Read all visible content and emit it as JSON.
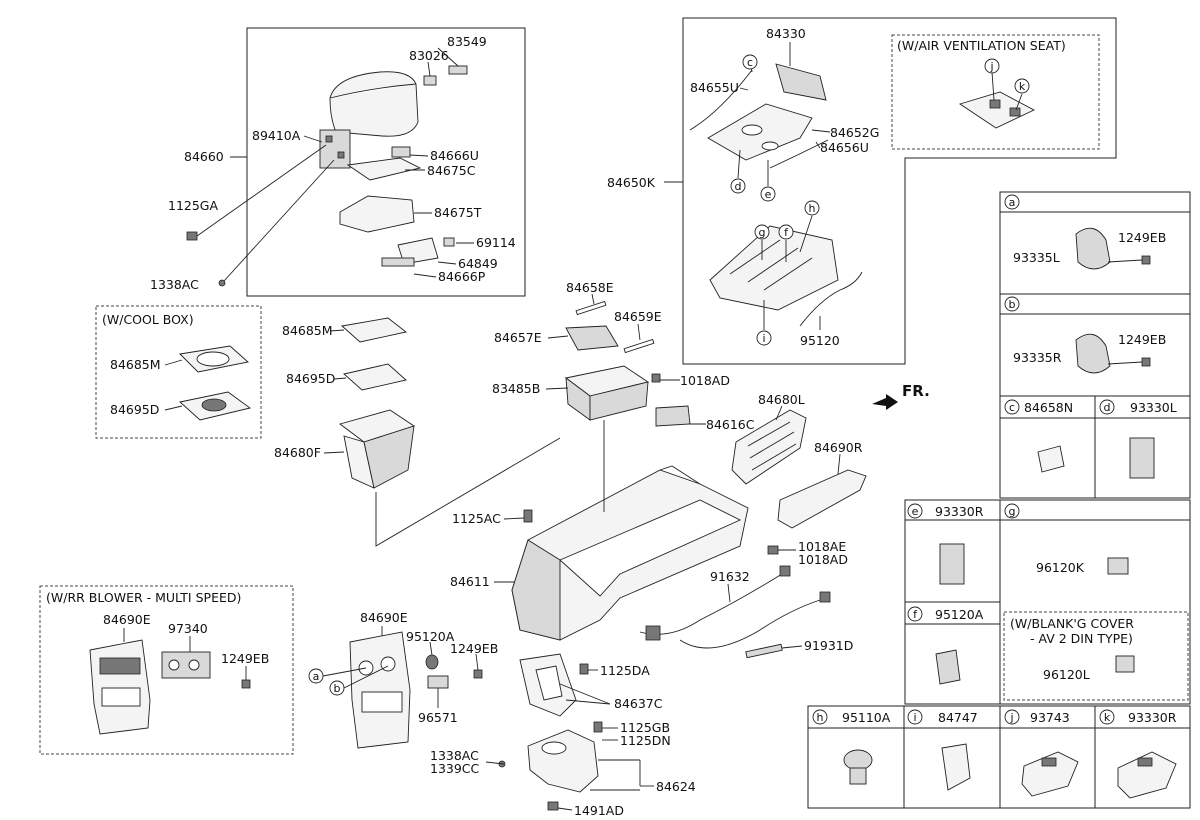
{
  "labels": {
    "armrest": {
      "p83549": "83549",
      "p83026": "83026",
      "p89410A": "89410A",
      "p84660": "84660",
      "p84666U": "84666U",
      "p84675C": "84675C",
      "p84675T": "84675T",
      "p1125GA": "1125GA",
      "p69114": "69114",
      "p64849": "64849",
      "p84666P": "84666P",
      "p1338AC": "1338AC"
    },
    "coolbox": {
      "title": "(W/COOL BOX)",
      "p84685M": "84685M",
      "p84695D": "84695D"
    },
    "tray": {
      "p84685M": "84685M",
      "p84695D": "84695D",
      "p84680F": "84680F"
    },
    "rr_blower": {
      "title": "(W/RR BLOWER - MULTI SPEED)",
      "p84690E": "84690E",
      "p97340": "97340",
      "p1249EB": "1249EB"
    },
    "rear_panel": {
      "p84690E": "84690E",
      "p95120A": "95120A",
      "p1249EB": "1249EB",
      "p96571": "96571"
    },
    "console": {
      "p84658E": "84658E",
      "p84659E": "84659E",
      "p84657E": "84657E",
      "p83485B": "83485B",
      "p1018AD": "1018AD",
      "p84616C": "84616C",
      "p84680L": "84680L",
      "p84690R": "84690R",
      "p1125AC": "1125AC",
      "p1018AE": "1018AE",
      "p1018AD_b": "1018AD",
      "p84611": "84611",
      "p91632": "91632",
      "p91931D": "91931D",
      "p1125DA": "1125DA",
      "p84637C": "84637C",
      "p1125GB": "1125GB",
      "p1125DN": "1125DN",
      "p1338AC": "1338AC",
      "p1339CC": "1339CC",
      "p84624": "84624",
      "p1491AD": "1491AD"
    },
    "shifter": {
      "p84330": "84330",
      "p84655U": "84655U",
      "p84652G": "84652G",
      "p84656U": "84656U",
      "p84650K": "84650K",
      "p95120": "95120",
      "ventTitle": "(W/AIR VENTILATION SEAT)"
    },
    "fr": "FR.",
    "circles": {
      "a": "a",
      "b": "b",
      "c": "c",
      "d": "d",
      "e": "e",
      "f": "f",
      "g": "g",
      "h": "h",
      "i": "i",
      "j": "j",
      "k": "k"
    },
    "table": {
      "a": {
        "p1": "93335L",
        "p2": "1249EB"
      },
      "b": {
        "p1": "93335R",
        "p2": "1249EB"
      },
      "c": {
        "p1": "84658N"
      },
      "d": {
        "p1": "93330L"
      },
      "e": {
        "p1": "93330R"
      },
      "g": {
        "p1": "96120K",
        "blankTitle1": "(W/BLANK'G COVER",
        "blankTitle2": "- AV 2 DIN TYPE)",
        "p2": "96120L"
      },
      "f": {
        "p1": "95120A"
      },
      "h": {
        "p1": "95110A"
      },
      "i": {
        "p1": "84747"
      },
      "j": {
        "p1": "93743"
      },
      "k": {
        "p1": "93330R"
      }
    }
  }
}
